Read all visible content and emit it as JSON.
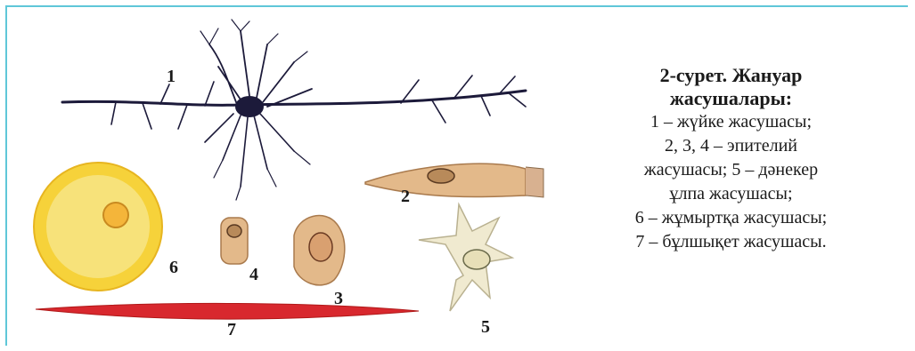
{
  "figure": {
    "labels": {
      "nerve": "1",
      "epithelial_long": "2",
      "epithelial_oval": "3",
      "epithelial_small": "4",
      "connective": "5",
      "egg": "6",
      "muscle": "7"
    }
  },
  "caption": {
    "title_line1": "2-сурет. Жануар",
    "title_line2": "жасушалары:",
    "lines": [
      "1 – жүйке жасушасы;",
      "2, 3, 4 – эпителий",
      "жасушасы; 5 – дәнекер",
      "ұлпа жасушасы;",
      "6 – жұмыртқа жасушасы;",
      "7 – бұлшықет жасушасы."
    ]
  },
  "colors": {
    "frame": "#5fc7d8",
    "neuron": "#1c1a3a",
    "egg_outer": "#f6d23a",
    "egg_inner": "#f7e27a",
    "epithelium": "#e3b98a",
    "muscle": "#d8282e",
    "connective": "#f0ead0"
  }
}
